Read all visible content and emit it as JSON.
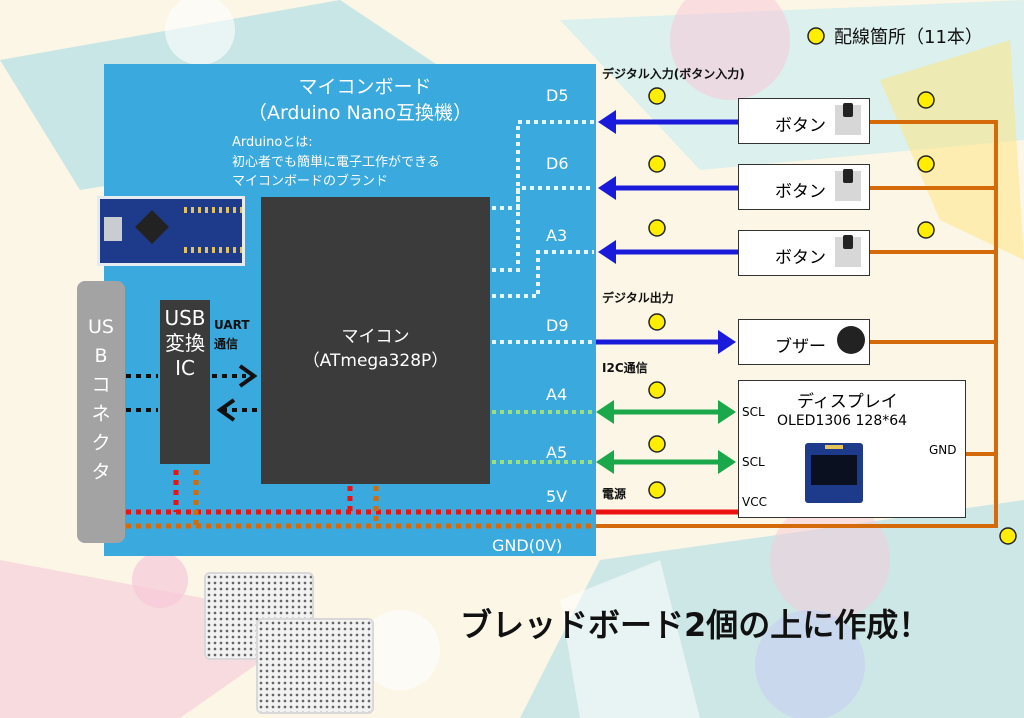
{
  "legend": {
    "label": "配線箇所（11本）"
  },
  "board": {
    "title": "マイコンボード",
    "subtitle": "（Arduino Nano互換機）",
    "note_line1": "Arduinoとは:",
    "note_line2": "初心者でも簡単に電子工作ができる",
    "note_line3": "マイコンボードのブランド"
  },
  "mcu": {
    "line1": "マイコン",
    "line2": "（ATmega328P）"
  },
  "usb_ic": {
    "text": "USB変換IC"
  },
  "usb_connector": {
    "text": "USBコネクタ"
  },
  "uart": {
    "line1": "UART",
    "line2": "通信"
  },
  "pins": {
    "d5": "D5",
    "d6": "D6",
    "a3": "A3",
    "d9": "D9",
    "a4": "A4",
    "a5": "A5",
    "v5": "5V",
    "gnd": "GND(0V)"
  },
  "sections": {
    "digital_in": "デジタル入力(ボタン入力)",
    "digital_out": "デジタル出力",
    "i2c": "I2C通信",
    "power": "電源"
  },
  "button": {
    "label": "ボタン"
  },
  "buzzer": {
    "label": "ブザー"
  },
  "display": {
    "title": "ディスプレイ",
    "model": "OLED1306 128*64",
    "scl1": "SCL",
    "scl2": "SCL",
    "vcc": "VCC",
    "gnd": "GND"
  },
  "footer": {
    "text": "ブレッドボード2個の上に作成！"
  },
  "colors": {
    "board": "#3aa9dd",
    "mcu": "#444444",
    "usb_connector": "#9e9e9e",
    "digital": "#1a1adb",
    "i2c": "#1aa84a",
    "power": "#ee1111",
    "gnd": "#d46a0a",
    "marker": "#ffee00"
  }
}
